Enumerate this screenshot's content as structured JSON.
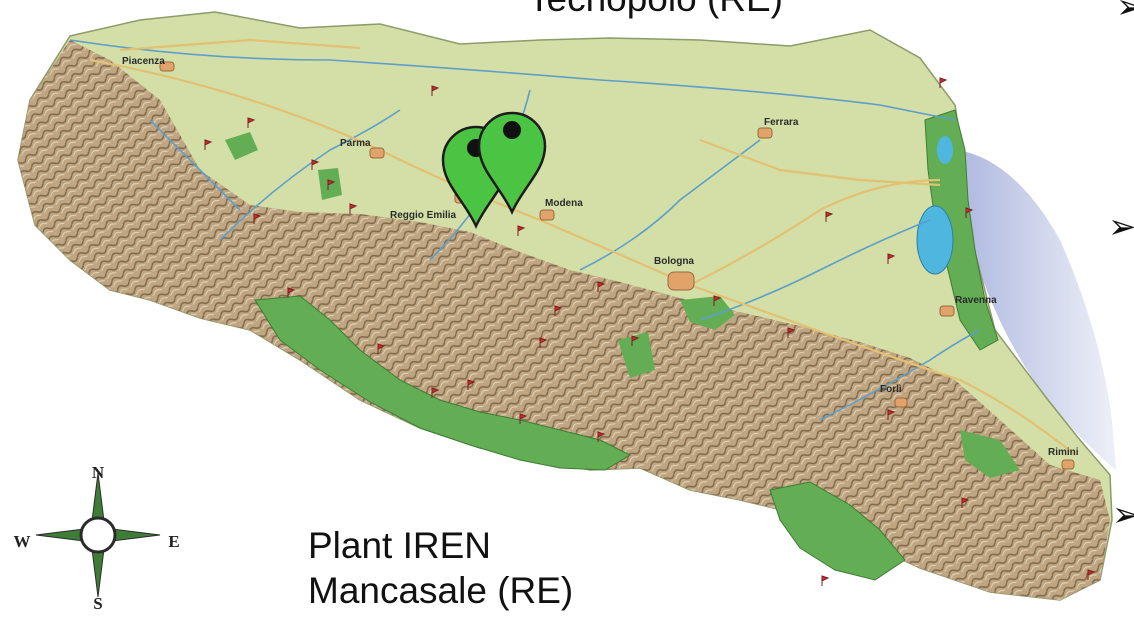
{
  "captions": {
    "top": "Tecnopolo (RE)",
    "bottom_line1": "Plant IREN",
    "bottom_line2": "Mancasale (RE)"
  },
  "cities": {
    "piacenza": "Piacenza",
    "parma": "Parma",
    "reggio_emilia": "Reggio Emilia",
    "modena": "Modena",
    "ferrara": "Ferrara",
    "bologna": "Bologna",
    "ravenna": "Ravenna",
    "forli": "Forlì",
    "rimini": "Rimini"
  },
  "compass": {
    "north": "N",
    "south": "S",
    "east": "E",
    "west": "W"
  },
  "colors": {
    "plain": "#d3dfa6",
    "hills": "#b49a78",
    "park": "#63ad55",
    "sea": "#c5cde8",
    "marker": "#4cc443",
    "city_dot": "#e2a36b",
    "road": "#e3c173",
    "river": "#5d9fc9"
  },
  "icons": {
    "location_marker": "map-pin-icon",
    "bullet": "arrow-bullet-icon",
    "compass": "compass-rose-icon"
  }
}
